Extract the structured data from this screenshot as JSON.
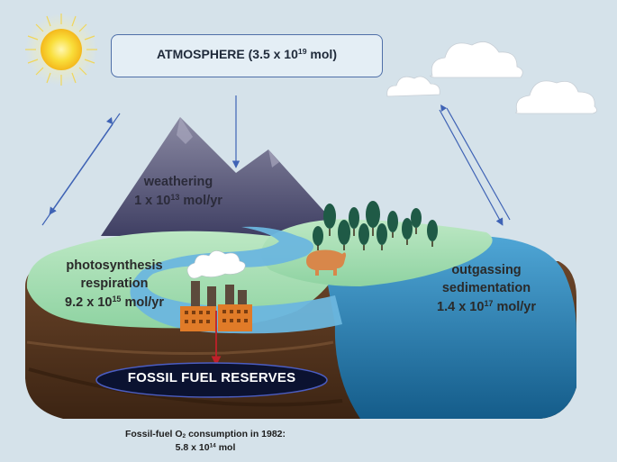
{
  "atmosphere": {
    "label": "ATMOSPHERE (3.5 x 10",
    "exponent": "19",
    "unit": " mol)"
  },
  "weathering": {
    "name": "weathering",
    "value": "1 x 10",
    "exponent": "13",
    "unit": " mol/yr"
  },
  "photosynthesis": {
    "line1": "photosynthesis",
    "line2": "respiration",
    "value": "9.2 x 10",
    "exponent": "15",
    "unit": " mol/yr"
  },
  "outgassing": {
    "line1": "outgassing",
    "line2": "sedimentation",
    "value": "1.4 x 10",
    "exponent": "17",
    "unit": " mol/yr"
  },
  "fossil_fuel": {
    "label": "FOSSIL FUEL RESERVES"
  },
  "footnote": {
    "line1_pre": "Fossil-fuel O",
    "line1_sub": "2",
    "line1_post": " consumption in 1982:",
    "line2_value": "5.8 x 10",
    "line2_exponent": "14",
    "line2_unit": " mol"
  },
  "colors": {
    "background": "#d5e2ea",
    "sun": "#f7d11e",
    "mountain": "#5b5b7a",
    "grass": "#a6ddb3",
    "river": "#6cb6de",
    "ocean": "#2f7fae",
    "soil": "#5a3b22",
    "factory": "#e07b28",
    "reserve": "#0b1230",
    "arrow": "#3f63b5",
    "drill": "#c0202a"
  },
  "icons": [
    "sun-icon",
    "cloud-icon",
    "mountain-icon",
    "tree-icon",
    "bison-icon",
    "factory-icon"
  ]
}
